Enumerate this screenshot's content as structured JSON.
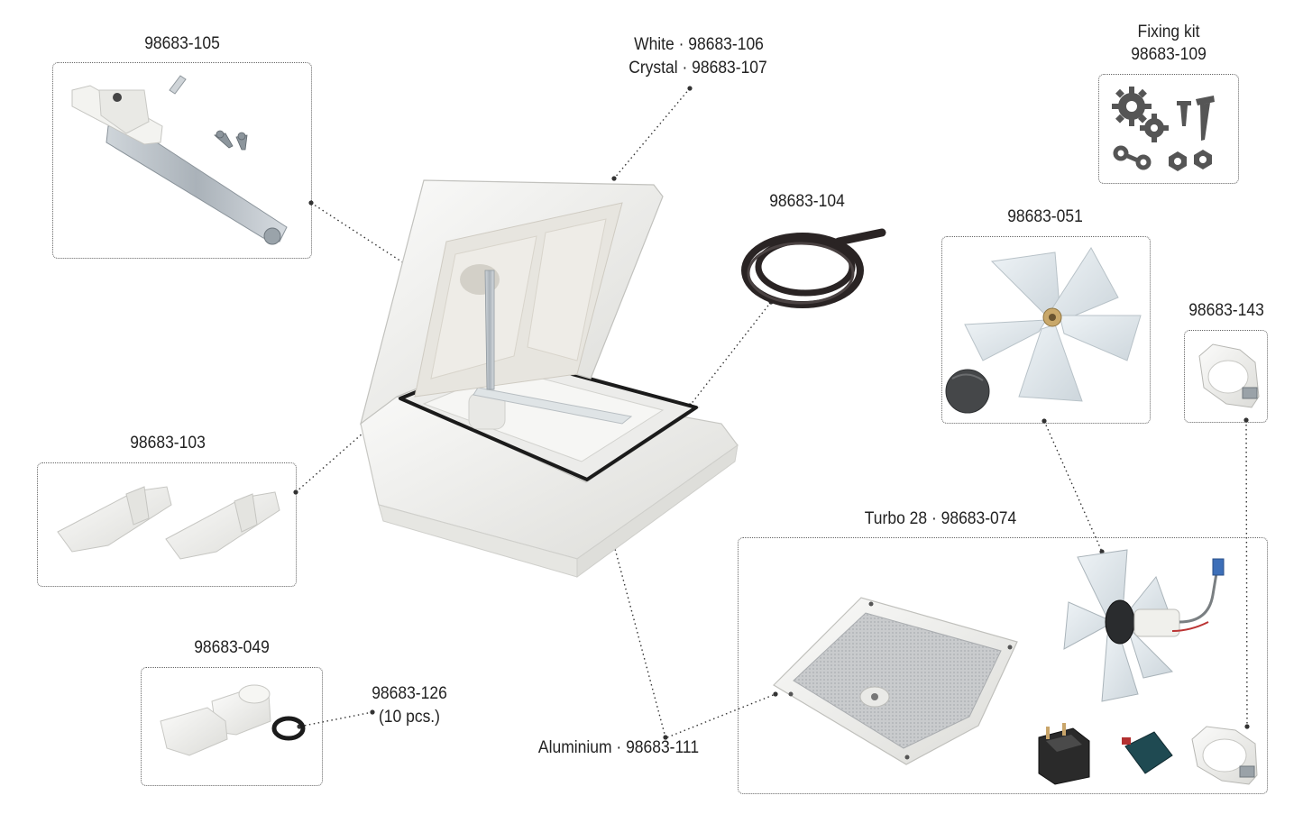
{
  "labels": {
    "arm": "98683-105",
    "dome_white": "White · 98683-106",
    "dome_crystal": "Crystal · 98683-107",
    "fixing_kit_title": "Fixing kit",
    "fixing_kit_code": "98683-109",
    "seal": "98683-104",
    "fan_blade": "98683-051",
    "clamp": "98683-143",
    "clips": "98683-103",
    "turbo": "Turbo 28 · 98683-074",
    "knob": "98683-049",
    "oring_code": "98683-126",
    "oring_qty": "(10 pcs.)",
    "aluminium": "Aluminium · 98683-111"
  },
  "colors": {
    "leader": "#333333",
    "box_border": "#666666",
    "plastic": "#f1f1ef",
    "plastic_shadow": "#d6d6d2",
    "seal": "#2a2424",
    "metal": "#b9c0c6",
    "icon": "#555555"
  }
}
